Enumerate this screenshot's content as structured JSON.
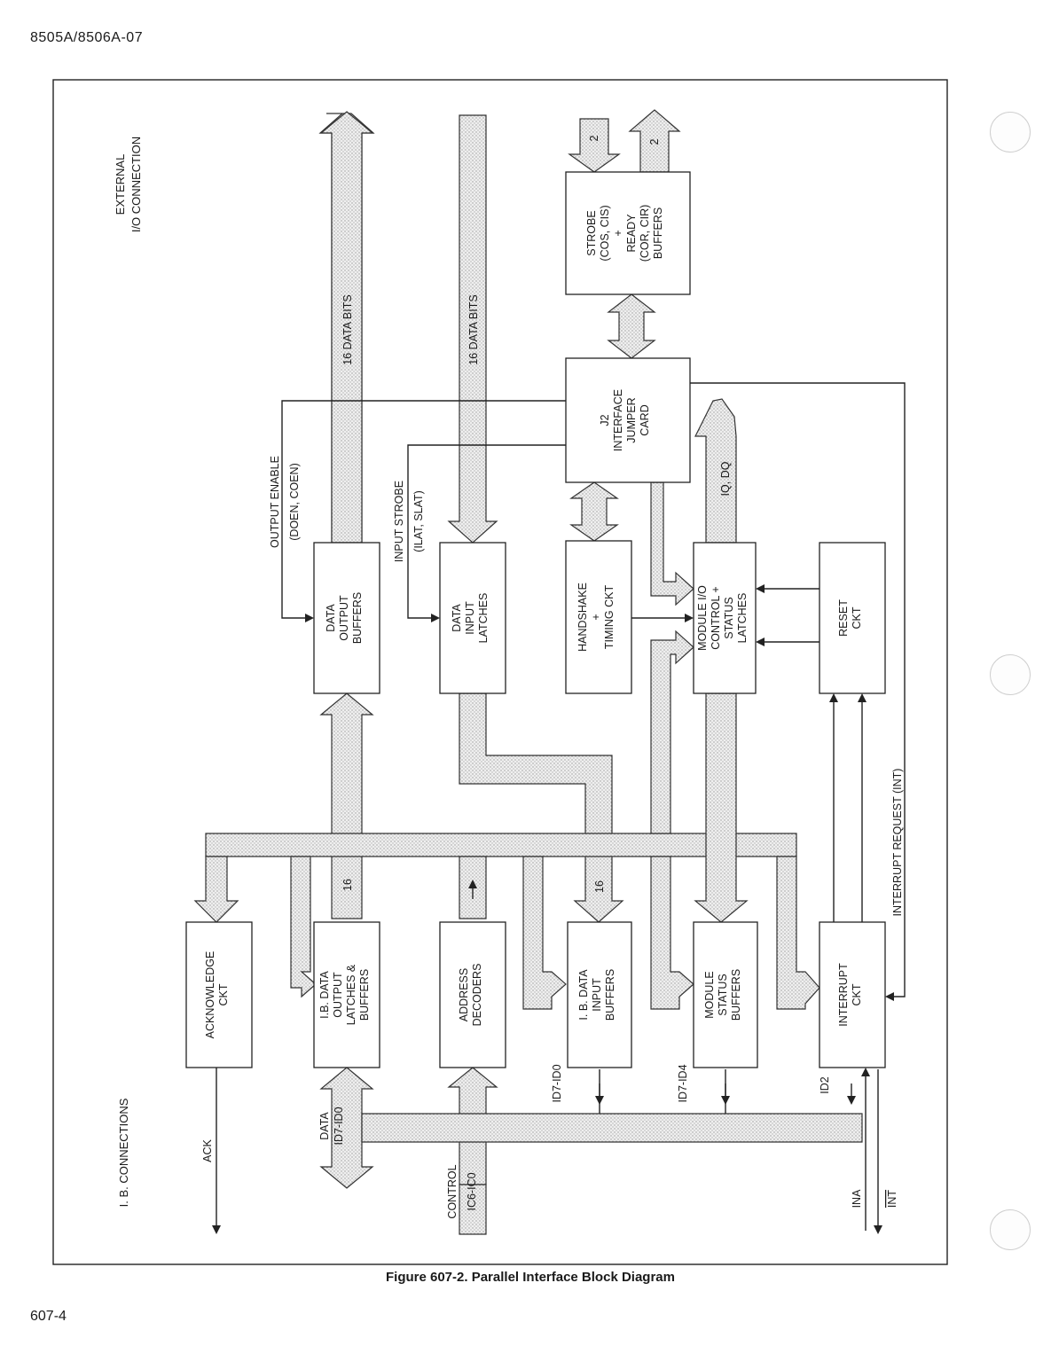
{
  "document": {
    "header": "8505A/8506A-07",
    "page_number": "607-4",
    "caption": "Figure 607-2. Parallel Interface Block Diagram"
  },
  "diagram": {
    "side_labels": {
      "external": [
        "EXTERNAL",
        "I/O CONNECTION"
      ],
      "ib": "I. B. CONNECTIONS"
    },
    "blocks": {
      "strobe_buffers": [
        "STROBE",
        "(COS, CIS)",
        "+",
        "READY",
        "(COR, CIR)",
        "BUFFERS"
      ],
      "jumper_card": [
        "J2",
        "INTERFACE",
        "JUMPER",
        "CARD"
      ],
      "data_output_buffers": [
        "DATA",
        "OUTPUT",
        "BUFFERS"
      ],
      "data_input_latches": [
        "DATA",
        "INPUT",
        "LATCHES"
      ],
      "handshake": [
        "HANDSHAKE",
        "+",
        "TIMING CKT"
      ],
      "module_io": [
        "MODULE I/O",
        "CONTROL +",
        "STATUS",
        "LATCHES"
      ],
      "reset": [
        "RESET",
        "CKT"
      ],
      "acknowledge": [
        "ACKNOWLEDGE",
        "CKT"
      ],
      "ib_output_latches": [
        "I.B. DATA",
        "OUTPUT",
        "LATCHES &",
        "BUFFERS"
      ],
      "address_decoders": [
        "ADDRESS",
        "DECODERS"
      ],
      "ib_input_buffers": [
        "I. B. DATA",
        "INPUT",
        "BUFFERS"
      ],
      "module_status": [
        "MODULE",
        "STATUS",
        "BUFFERS"
      ],
      "interrupt": [
        "INTERRUPT",
        "CKT"
      ]
    },
    "labels": {
      "data_bits_out": "16 DATA BITS",
      "data_bits_in": "16 DATA BITS",
      "strobe_count_in": "2",
      "strobe_count_out": "2",
      "output_enable": [
        "OUTPUT ENABLE",
        "(DOEN, COEN)"
      ],
      "input_strobe": [
        "INPUT STROBE",
        "(ILAT, SLAT)"
      ],
      "iq_dq": "IQ, DQ",
      "interrupt_request": "INTERRUPT REQUEST (INT)",
      "bus16_out": "16",
      "bus16_in": "16",
      "ack": "ACK",
      "data": [
        "DATA",
        "ID7-ID0"
      ],
      "control": [
        "CONTROL",
        "IC6-IC0"
      ],
      "id7_id0": "ID7-ID0",
      "id7_id4": "ID7-ID4",
      "id2": "ID2",
      "ina": "INA",
      "int": "INT"
    }
  }
}
